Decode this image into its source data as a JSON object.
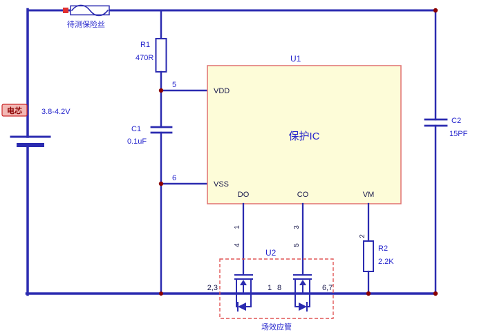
{
  "colors": {
    "background": "#ffffff",
    "wire": "#2b2bb0",
    "label": "#2424cc",
    "text-dark": "#16164a",
    "ic-fill": "#fdfcd8",
    "ic-border": "#e07070",
    "dashed-border": "#e05555",
    "junction": "#8b0000",
    "accent-red": "#e03030",
    "battery-tag-bg": "#f2b8b4",
    "battery-tag-border": "#cc2a2a",
    "battery-tag-text": "#8b0000"
  },
  "schematic": {
    "fuse": {
      "label": "待测保险丝"
    },
    "battery": {
      "label": "电芯",
      "voltage": "3.8-4.2V"
    },
    "r1": {
      "ref": "R1",
      "value": "470R"
    },
    "c1": {
      "ref": "C1",
      "value": "0.1uF"
    },
    "u1": {
      "ref": "U1",
      "name": "保护IC",
      "pins": {
        "vdd": {
          "label": "VDD",
          "number": "5"
        },
        "vss": {
          "label": "VSS",
          "number": "6"
        },
        "do": {
          "label": "DO",
          "number": "1"
        },
        "co": {
          "label": "CO",
          "number": "3"
        },
        "vm": {
          "label": "VM",
          "number": "2"
        }
      }
    },
    "u2": {
      "ref": "U2",
      "caption": "场效应管",
      "pins": {
        "left": "2,3",
        "mid_left": "1",
        "mid_right": "8",
        "right": "6,7",
        "gate1": "4",
        "gate2": "5"
      }
    },
    "r2": {
      "ref": "R2",
      "value": "2.2K"
    },
    "c2": {
      "ref": "C2",
      "value": "15PF"
    }
  }
}
